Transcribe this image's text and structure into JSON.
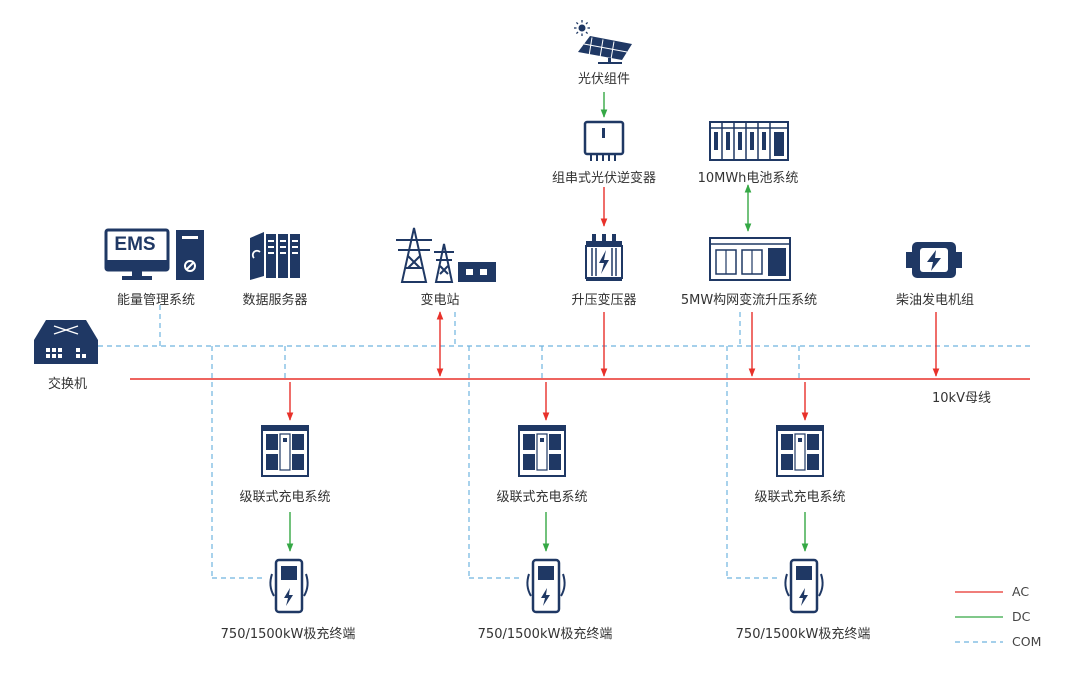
{
  "colors": {
    "navy": "#1f3864",
    "ac": "#e8312a",
    "dc": "#35a845",
    "com": "#6fb3df"
  },
  "nodes": {
    "pv": {
      "label": "光伏组件",
      "icon": "solar-panel-icon"
    },
    "inverter": {
      "label": "组串式光伏逆变器",
      "icon": "string-inverter-icon"
    },
    "battery": {
      "label": "10MWh电池系统",
      "icon": "battery-container-icon"
    },
    "ems": {
      "label": "能量管理系统",
      "icon": "ems-computer-icon",
      "screen_text": "EMS"
    },
    "dataserver": {
      "label": "数据服务器",
      "icon": "server-rack-icon"
    },
    "substation": {
      "label": "变电站",
      "icon": "substation-tower-icon"
    },
    "transformer": {
      "label": "升压变压器",
      "icon": "transformer-icon"
    },
    "pcs": {
      "label": "5MW构网变流升压系统",
      "icon": "pcs-container-icon"
    },
    "diesel": {
      "label": "柴油发电机组",
      "icon": "diesel-generator-icon"
    },
    "switch": {
      "label": "交换机",
      "icon": "network-switch-icon"
    },
    "bus": {
      "label": "10kV母线"
    },
    "chargers": [
      {
        "label": "级联式充电系统",
        "icon": "charging-cabinet-icon"
      },
      {
        "label": "级联式充电系统",
        "icon": "charging-cabinet-icon"
      },
      {
        "label": "级联式充电系统",
        "icon": "charging-cabinet-icon"
      }
    ],
    "terminals": [
      {
        "label": "750/1500kW极充终端",
        "icon": "charging-terminal-icon"
      },
      {
        "label": "750/1500kW极充终端",
        "icon": "charging-terminal-icon"
      },
      {
        "label": "750/1500kW极充终端",
        "icon": "charging-terminal-icon"
      }
    ]
  },
  "legend": [
    {
      "label": "AC",
      "style": "solid",
      "color": "#e8312a"
    },
    {
      "label": "DC",
      "style": "solid",
      "color": "#35a845"
    },
    {
      "label": "COM",
      "style": "dashed",
      "color": "#6fb3df"
    }
  ]
}
